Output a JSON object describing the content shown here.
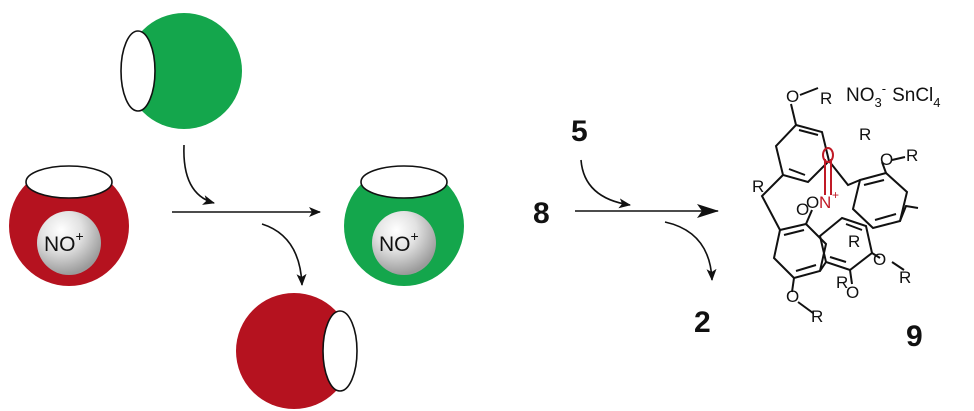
{
  "colors": {
    "red_capsule": "#b5121f",
    "green_capsule": "#14a64c",
    "cavity": "#ffffff",
    "guest_sphere": "#d9d9d9",
    "nitrosonium_red": "#c01a26",
    "ink": "#111111"
  },
  "left_scheme": {
    "guest_label": "NO",
    "guest_charge": "+",
    "product_guest_label": "NO",
    "product_guest_charge": "+"
  },
  "right_scheme": {
    "start_compound": "8",
    "reagent_in": "5",
    "byproduct_out": "2",
    "product_number": "9",
    "counterion": {
      "no3_base": "NO",
      "no3_sub": "3",
      "no3_sup": "-",
      "sn_base": "SnCl",
      "sn_sub": "4"
    },
    "structure_labels": {
      "o": "O",
      "r": "R",
      "n": "N",
      "n_charge": "+"
    }
  }
}
